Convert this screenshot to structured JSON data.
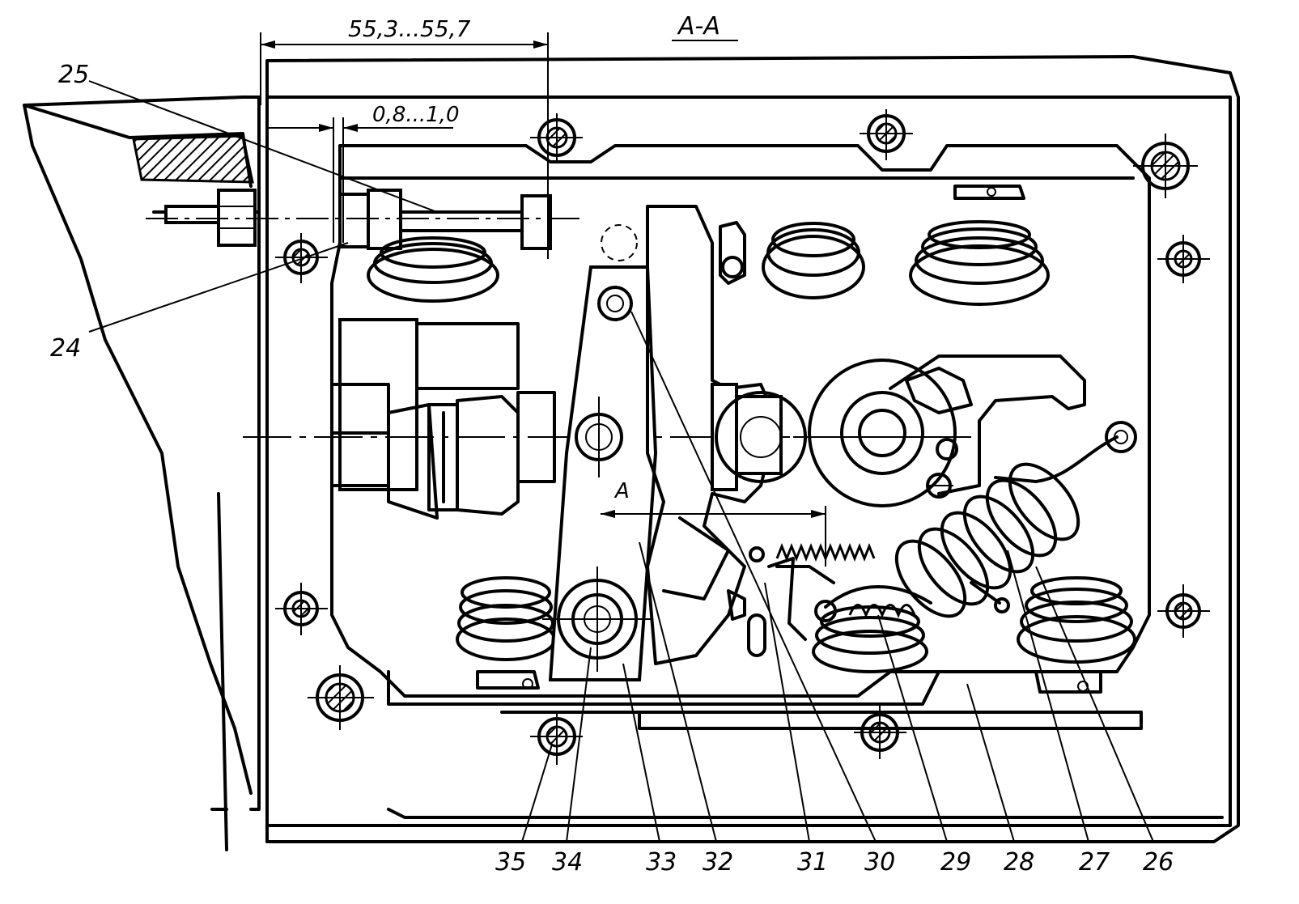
{
  "section_label": "A-A",
  "dimensions": {
    "width_range": "55,3...55,7",
    "gap_range": "0,8...1,0",
    "view_marker": "A"
  },
  "callouts": [
    "24",
    "25",
    "26",
    "27",
    "28",
    "29",
    "30",
    "31",
    "32",
    "33",
    "34",
    "35"
  ]
}
